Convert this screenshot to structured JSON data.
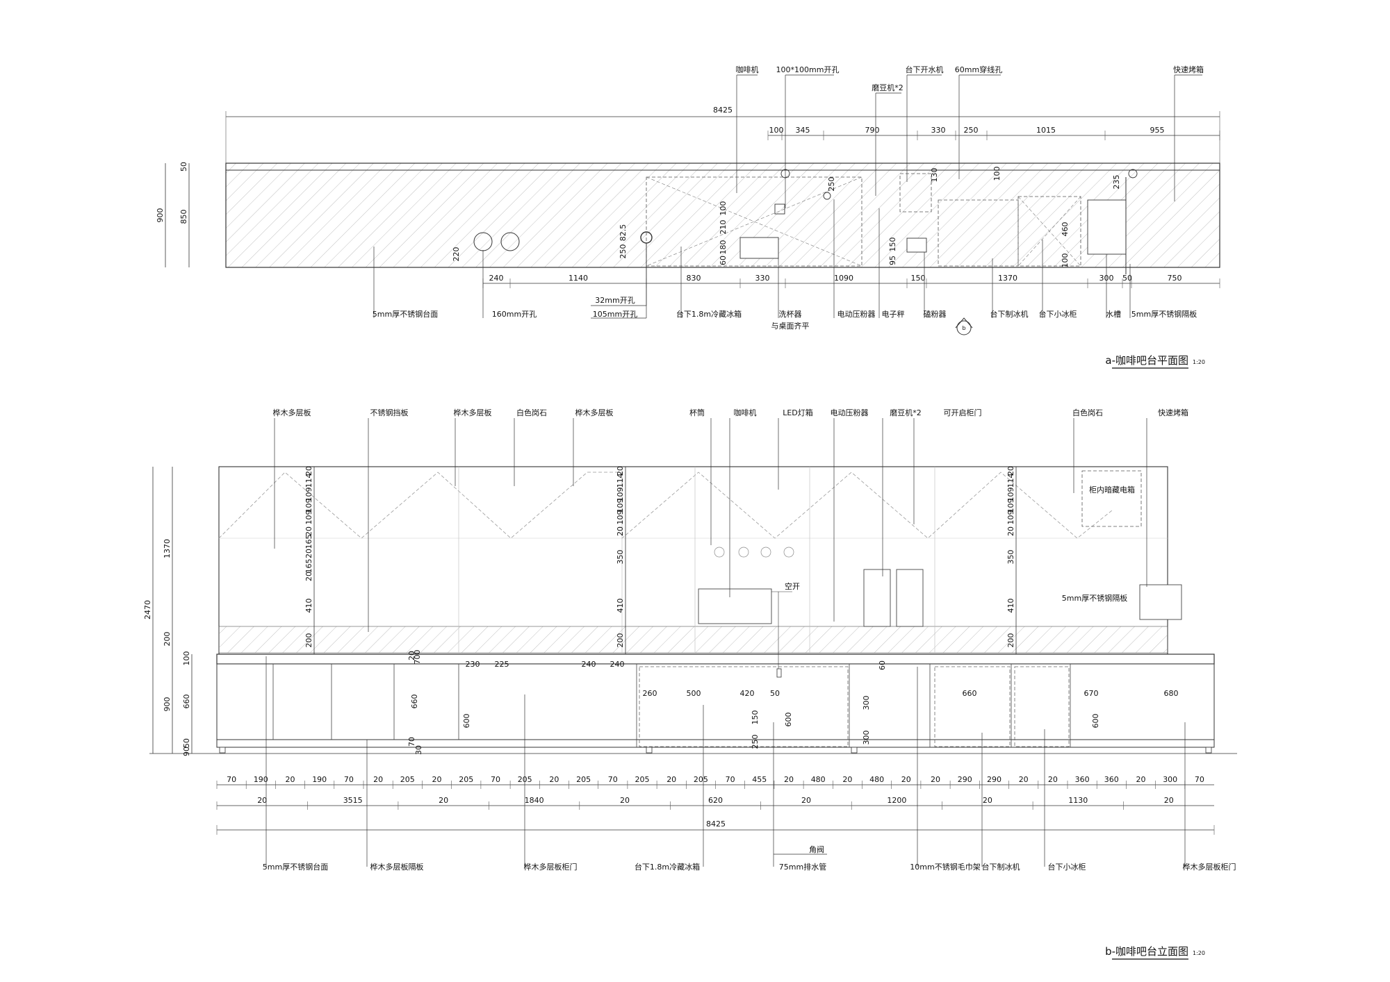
{
  "plan": {
    "title": "a-咖啡吧台平面图",
    "scale": "1:20",
    "overall": "8425",
    "top_labels": [
      "咖啡机",
      "100*100mm开孔",
      "台下开水机",
      "磨豆机*2",
      "60mm穿线孔",
      "快速烤箱"
    ],
    "top_dims": [
      "100",
      "345",
      "790",
      "330",
      "250",
      "1015",
      "955"
    ],
    "left_dims": [
      "900",
      "50",
      "850"
    ],
    "bottom_dims": [
      "240",
      "1140",
      "830",
      "330",
      "1090",
      "150",
      "1370",
      "300",
      "50",
      "750"
    ],
    "inner_dims": [
      "220",
      "82.5",
      "250",
      "100",
      "210",
      "60",
      "180",
      "250",
      "130",
      "100",
      "95",
      "150",
      "460",
      "100",
      "235"
    ],
    "bottom_labels": [
      "5mm厚不锈钢台面",
      "160mm开孔",
      "32mm开孔",
      "105mm开孔",
      "台下1.8m冷藏冰箱",
      "洗杯器",
      "与桌面齐平",
      "电动压粉器",
      "电子秤",
      "磕粉器",
      "台下制冰机",
      "台下小冰柜",
      "水槽",
      "5mm厚不锈钢隔板"
    ],
    "marker": "b"
  },
  "elevation": {
    "title": "b-咖啡吧台立面图",
    "scale": "1:20",
    "top_labels": [
      "桦木多层板",
      "不锈钢挡板",
      "桦木多层板",
      "白色岗石",
      "桦木多层板",
      "杯筒",
      "咖啡机",
      "LED灯箱",
      "电动压粉器",
      "磨豆机*2",
      "可开启柜门",
      "白色岗石",
      "快速烤箱"
    ],
    "cabinet_text": "柜内暗藏电箱",
    "switch_label": "空开",
    "shelf_label": "5mm厚不锈钢隔板",
    "left_dims": [
      "2470",
      "1370",
      "200",
      "100",
      "660",
      "900",
      "50",
      "90"
    ],
    "stack_dims_a": [
      "20",
      "114",
      "109",
      "109",
      "109",
      "20",
      "165",
      "20",
      "165",
      "20",
      "410",
      "200"
    ],
    "stack_dims_b": [
      "20",
      "114",
      "109",
      "109",
      "109",
      "20",
      "350",
      "410",
      "200"
    ],
    "stack_dims_c": [
      "20",
      "114",
      "109",
      "109",
      "109",
      "20",
      "350",
      "410",
      "200"
    ],
    "lower_dims": [
      "20",
      "700",
      "660",
      "70",
      "30",
      "230",
      "225",
      "240",
      "240",
      "260",
      "500",
      "420",
      "50",
      "150",
      "600",
      "250",
      "60",
      "300",
      "300",
      "660",
      "670",
      "680",
      "600",
      "600"
    ],
    "dim_row1": [
      "70",
      "190",
      "20",
      "190",
      "70",
      "20",
      "205",
      "20",
      "205",
      "70",
      "205",
      "20",
      "205",
      "70",
      "205",
      "20",
      "205",
      "70",
      "455",
      "20",
      "480",
      "20",
      "480",
      "20",
      "20",
      "290",
      "290",
      "20",
      "20",
      "360",
      "360",
      "20",
      "300",
      "70"
    ],
    "dim_row2": [
      "20",
      "3515",
      "20",
      "1840",
      "20",
      "620",
      "20",
      "1200",
      "20",
      "1130",
      "20"
    ],
    "overall": "8425",
    "bottom_labels": [
      "5mm厚不锈钢台面",
      "桦木多层板隔板",
      "桦木多层板柜门",
      "台下1.8m冷藏冰箱",
      "角阀",
      "75mm排水管",
      "10mm不锈钢毛巾架",
      "台下制冰机",
      "台下小冰柜",
      "桦木多层板柜门"
    ]
  },
  "colors": {
    "line": "#333333",
    "hatch": "#9a9a9a",
    "faint": "#c8c8c8"
  }
}
